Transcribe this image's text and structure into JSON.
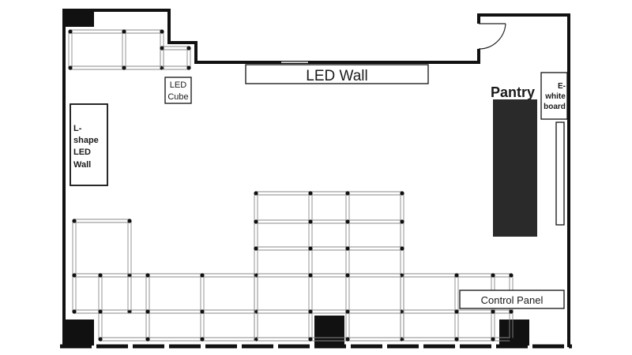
{
  "labels": {
    "led_wall": "LED Wall",
    "led_cube": [
      "LED",
      "Cube"
    ],
    "l_shape_led_wall": [
      "L-",
      "shape",
      "LED",
      "Wall"
    ],
    "pantry": "Pantry",
    "e_whiteboard": [
      "E-",
      "white",
      "board"
    ],
    "control_panel": "Control Panel"
  },
  "colors": {
    "wall": "#111111",
    "truss": "#888888",
    "node": "#111111",
    "pantry_fill": "#2a2a2a"
  }
}
